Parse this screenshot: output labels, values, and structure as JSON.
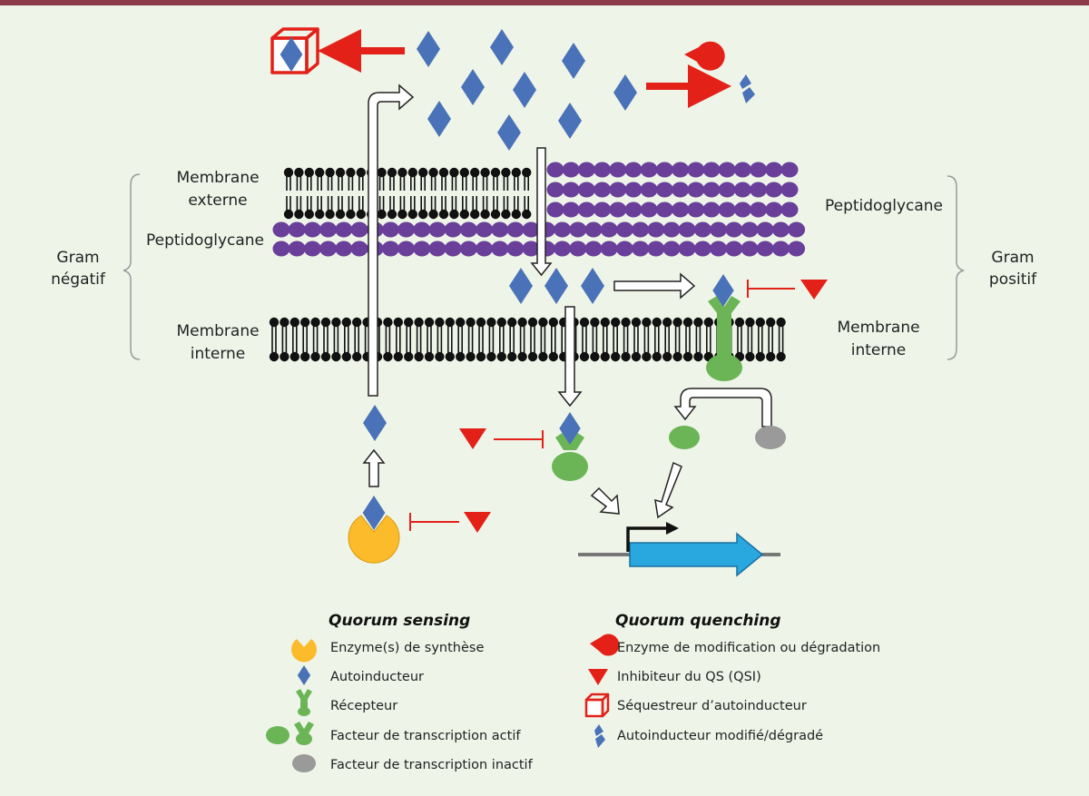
{
  "labels": {
    "outer_membrane_line1": "Membrane",
    "outer_membrane_line2": "externe",
    "peptidoglycan_left": "Peptidoglycane",
    "inner_membrane_left_line1": "Membrane",
    "inner_membrane_left_line2": "interne",
    "gram_negative_line1": "Gram",
    "gram_negative_line2": "négatif",
    "peptidoglycan_right": "Peptidoglycane",
    "gram_positive_line1": "Gram",
    "gram_positive_line2": "positif",
    "inner_membrane_right_line1": "Membrane",
    "inner_membrane_right_line2": "interne"
  },
  "legend": {
    "sensing_title": "Quorum sensing",
    "quenching_title": "Quorum quenching",
    "sensing_items": [
      "Enzyme(s) de synthèse",
      "Autoinducteur",
      "Récepteur",
      "Facteur de transcription actif",
      "Facteur de transcription inactif"
    ],
    "quenching_items": [
      "Enzyme de modification ou dégradation",
      "Inhibiteur du QS (QSI)",
      "Séquestreur d’autoinducteur",
      "Autoinducteur modifié/dégradé"
    ]
  },
  "colors": {
    "background": "#eef5e8",
    "top_bar": "#8c3a48",
    "autoinducer": "#4a72b8",
    "peptidoglycan": "#6a3f9a",
    "receptor": "#6bb556",
    "inactive_factor": "#9a9a9a",
    "synthase": "#fbbb2a",
    "quenching_red": "#e32119",
    "gene": "#29a8e0"
  }
}
